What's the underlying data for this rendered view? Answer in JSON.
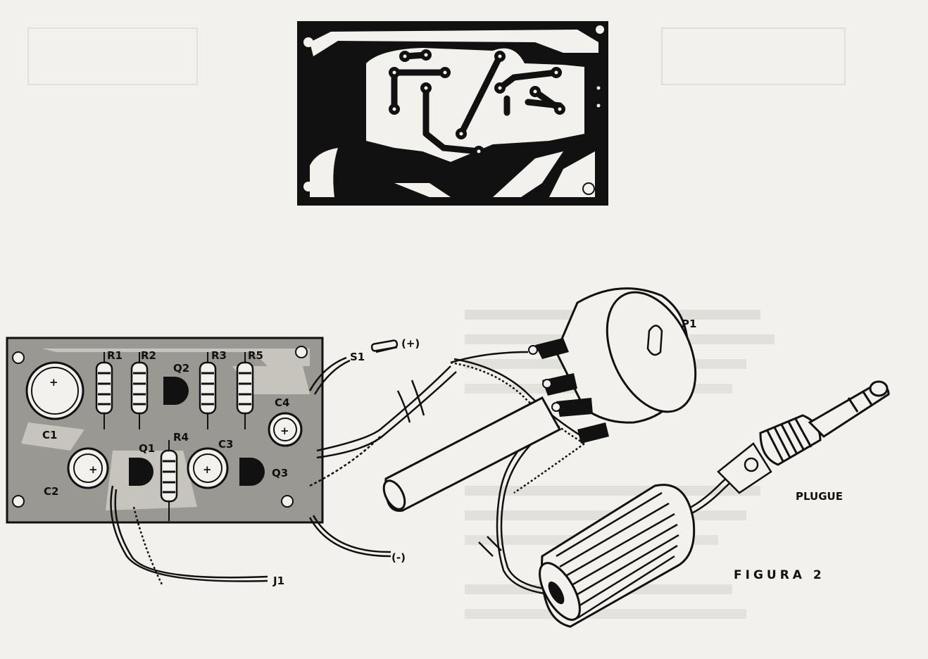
{
  "figure": {
    "caption": "FIGURA 2",
    "plug_label": "PLUGUE"
  },
  "components": {
    "resistors": [
      "R1",
      "R2",
      "R3",
      "R5",
      "R4"
    ],
    "transistors": [
      "Q1",
      "Q2",
      "Q3"
    ],
    "capacitors": [
      "C1",
      "C2",
      "C3",
      "C4"
    ],
    "switch": "S1",
    "potentiometer": "P1",
    "jack": "J1",
    "positive_terminal": "(+)",
    "negative_terminal": "(-)",
    "polarity_mark": "+"
  },
  "colors": {
    "ink": "#111111",
    "paper": "#f2f1ed",
    "board_gray": "#9a9893",
    "ghost_text": "#bdbab3"
  }
}
